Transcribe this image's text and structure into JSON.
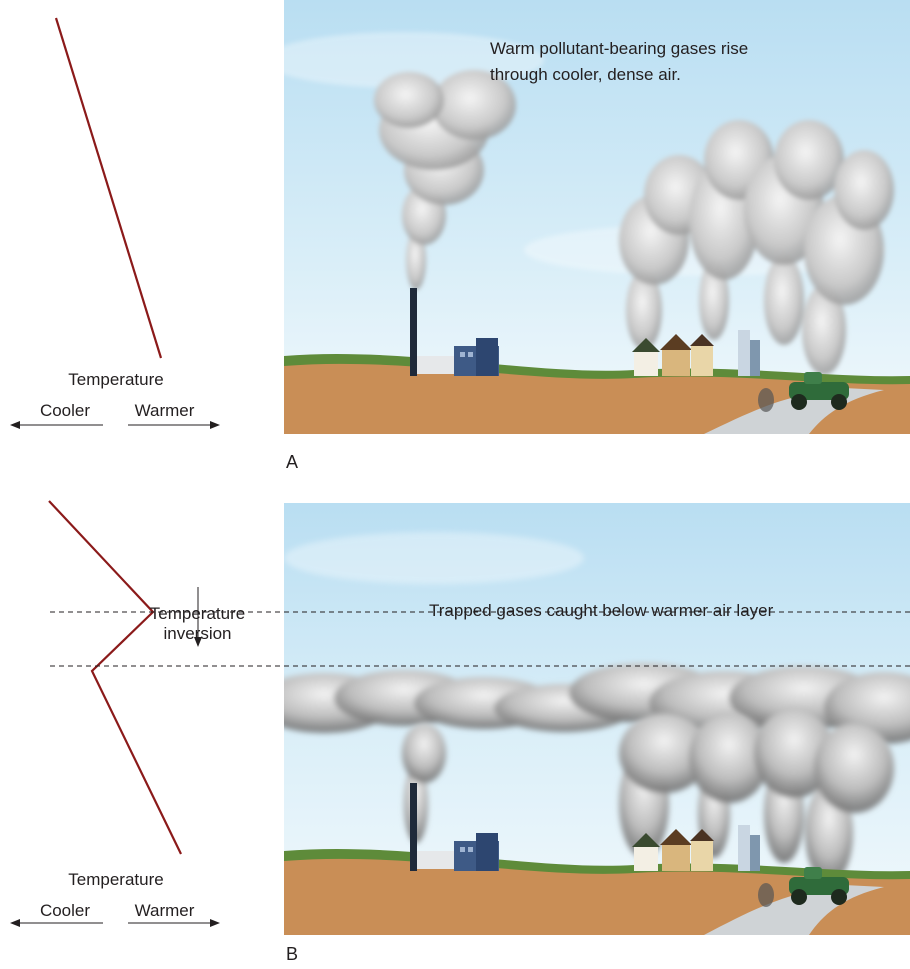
{
  "panel_a": {
    "letter": "A",
    "caption_line1": "Warm pollutant-bearing gases rise",
    "caption_line2": "through cooler, dense air.",
    "axis_title": "Temperature",
    "left_label": "Cooler",
    "right_label": "Warmer"
  },
  "panel_b": {
    "letter": "B",
    "caption": "Trapped gases caught below warmer air layer",
    "inversion_line1": "Temperature",
    "inversion_line2": "inversion",
    "axis_title": "Temperature",
    "left_label": "Cooler",
    "right_label": "Warmer"
  },
  "colors": {
    "profile_line": "#8b1a1a",
    "sky_top": "#b9def2",
    "sky_bottom": "#eef7fb",
    "ground": "#c98e56",
    "grass": "#5e8b3a",
    "smoke": "#cfcfcf"
  }
}
